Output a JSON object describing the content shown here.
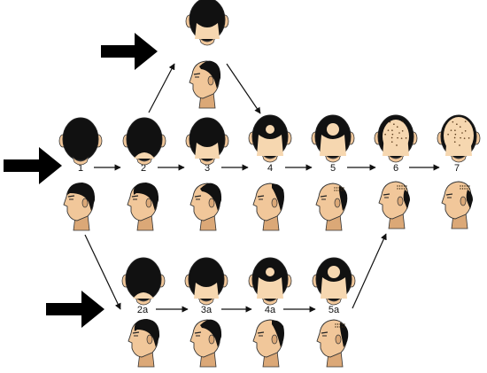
{
  "stages": [
    {
      "label": "1"
    },
    {
      "label": "2"
    },
    {
      "label": "3"
    },
    {
      "label": "4"
    },
    {
      "label": "5"
    },
    {
      "label": "6"
    },
    {
      "label": "7"
    },
    {
      "label": "2a"
    },
    {
      "label": "3a"
    },
    {
      "label": "4a"
    },
    {
      "label": "5a"
    },
    {
      "label": ""
    }
  ],
  "colors": {
    "hair": "#111111",
    "skin": "#f1c79a",
    "skin_shade": "#dba877",
    "scalp": "#f6d7b0",
    "arrow": "#111111",
    "pointer": "#000000"
  }
}
